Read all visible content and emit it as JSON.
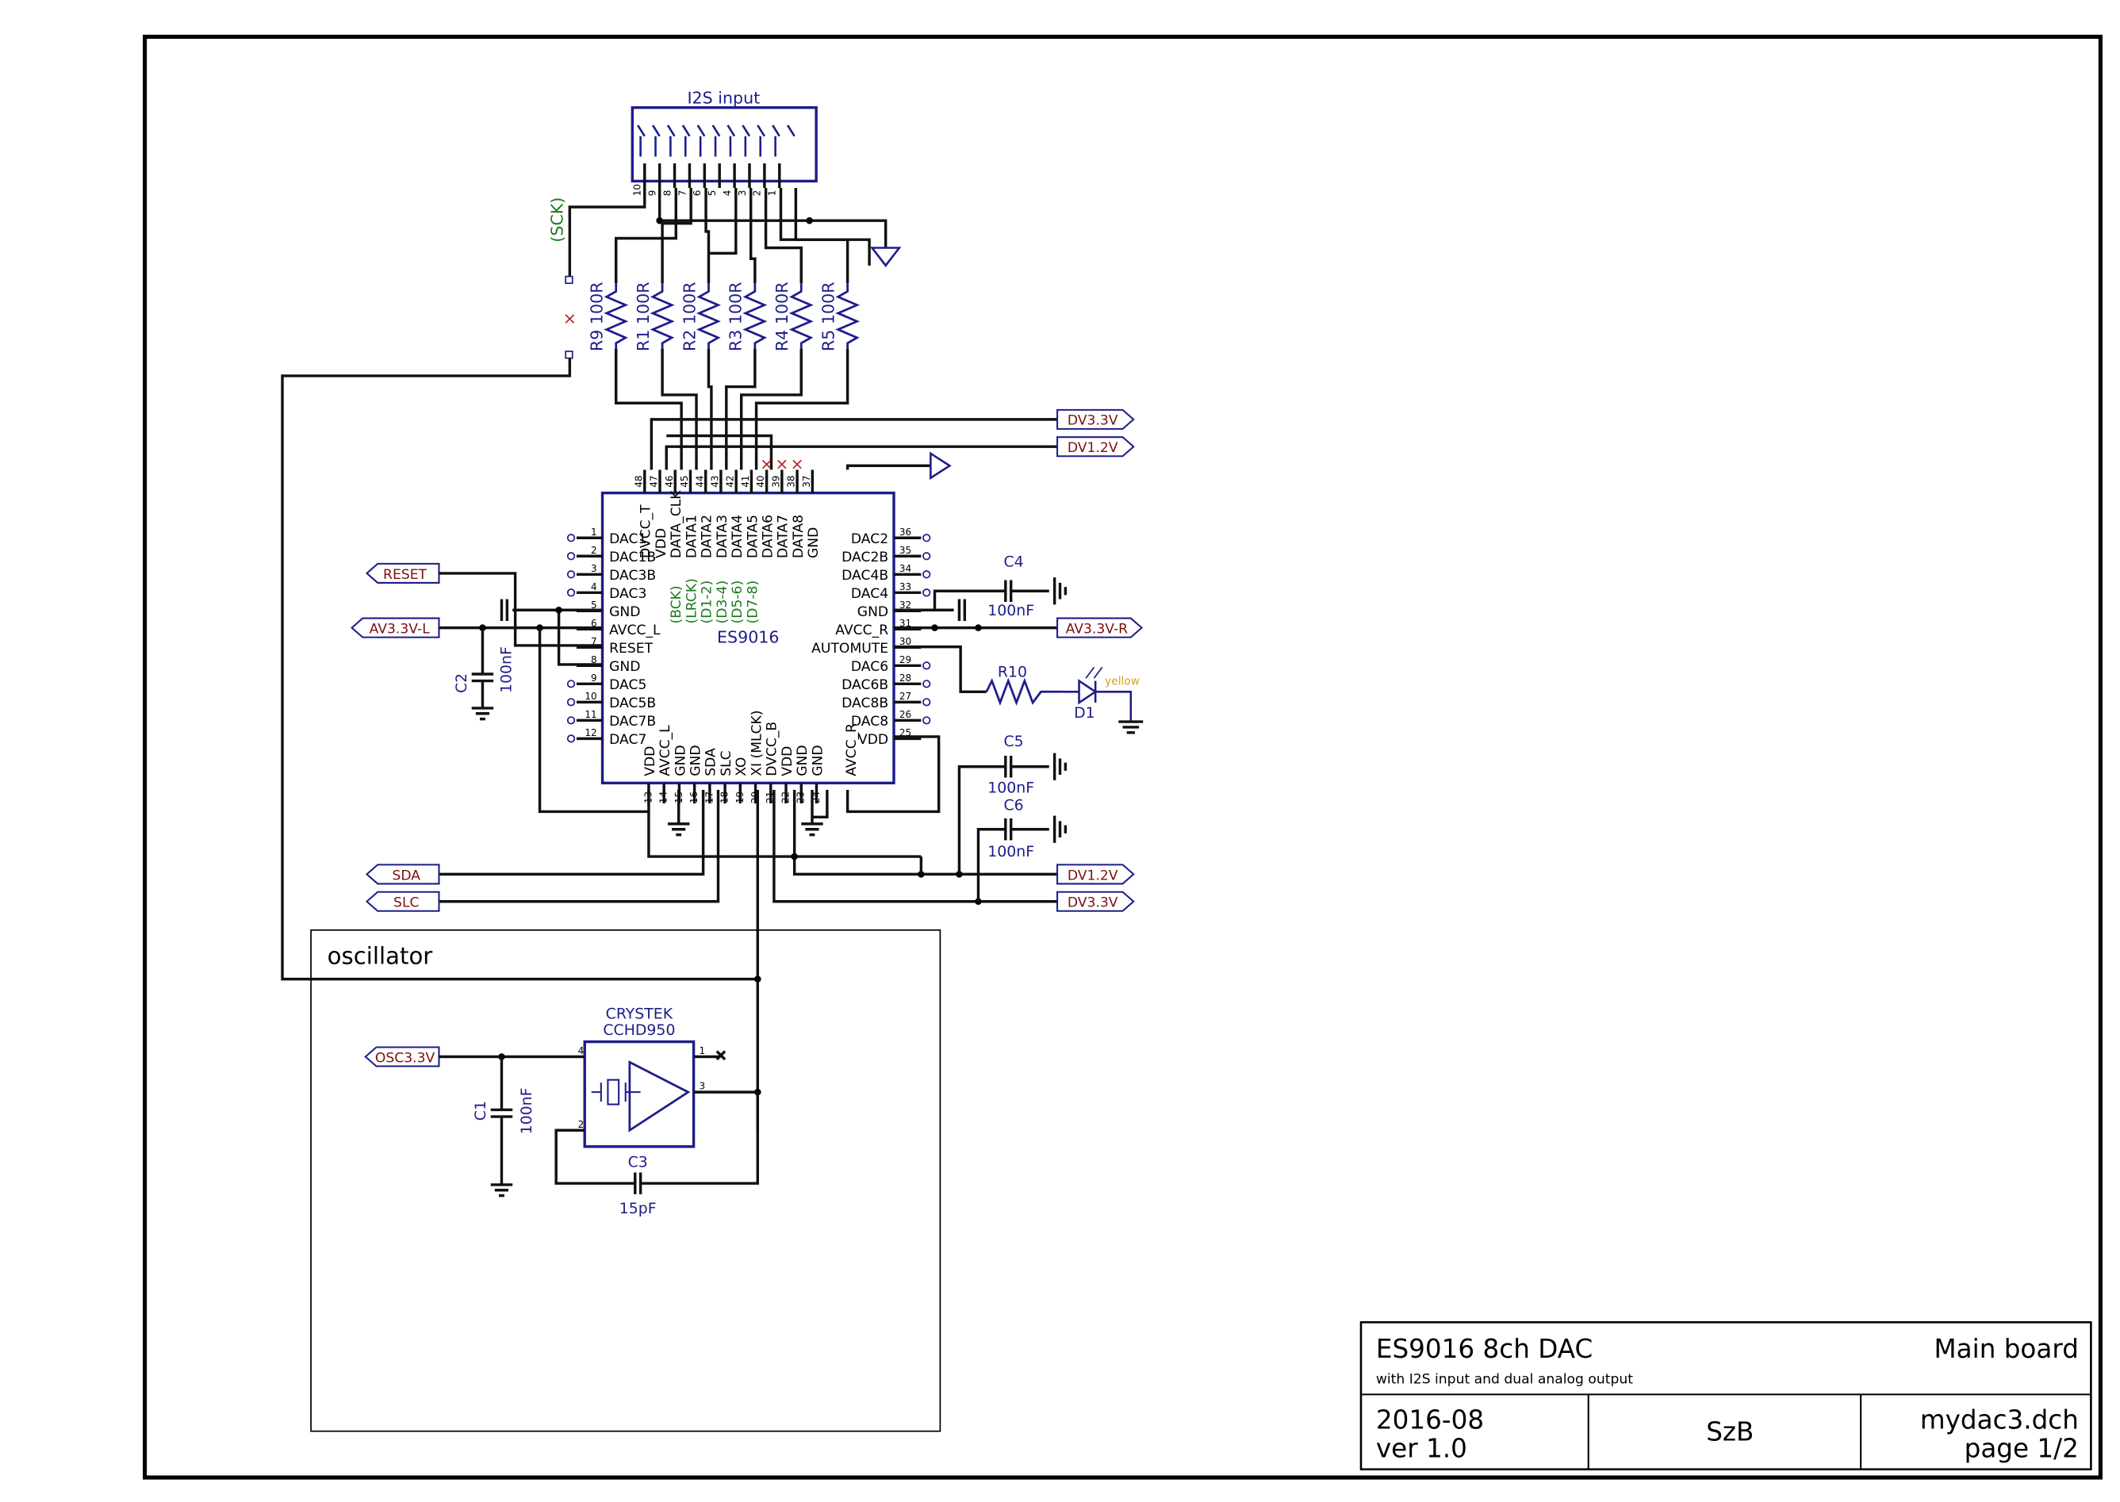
{
  "connector": {
    "label": "I2S input",
    "pins": [
      "10",
      "9",
      "8",
      "7",
      "6",
      "5",
      "4",
      "3",
      "2",
      "1"
    ]
  },
  "jumper_label": "(SCK)",
  "resistors": [
    {
      "ref": "R9",
      "value": "100R"
    },
    {
      "ref": "R1",
      "value": "100R"
    },
    {
      "ref": "R2",
      "value": "100R"
    },
    {
      "ref": "R3",
      "value": "100R"
    },
    {
      "ref": "R4",
      "value": "100R"
    },
    {
      "ref": "R5",
      "value": "100R"
    }
  ],
  "chip": {
    "name": "ES9016",
    "left_pins": [
      {
        "num": "1",
        "name": "DAC1"
      },
      {
        "num": "2",
        "name": "DAC1B"
      },
      {
        "num": "3",
        "name": "DAC3B"
      },
      {
        "num": "4",
        "name": "DAC3"
      },
      {
        "num": "5",
        "name": "GND"
      },
      {
        "num": "6",
        "name": "AVCC_L"
      },
      {
        "num": "7",
        "name": "RESET"
      },
      {
        "num": "8",
        "name": "GND"
      },
      {
        "num": "9",
        "name": "DAC5"
      },
      {
        "num": "10",
        "name": "DAC5B"
      },
      {
        "num": "11",
        "name": "DAC7B"
      },
      {
        "num": "12",
        "name": "DAC7"
      }
    ],
    "right_pins": [
      {
        "num": "36",
        "name": "DAC2"
      },
      {
        "num": "35",
        "name": "DAC2B"
      },
      {
        "num": "34",
        "name": "DAC4B"
      },
      {
        "num": "33",
        "name": "DAC4"
      },
      {
        "num": "32",
        "name": "GND"
      },
      {
        "num": "31",
        "name": "AVCC_R"
      },
      {
        "num": "30",
        "name": "AUTOMUTE"
      },
      {
        "num": "29",
        "name": "DAC6"
      },
      {
        "num": "28",
        "name": "DAC6B"
      },
      {
        "num": "27",
        "name": "DAC8B"
      },
      {
        "num": "26",
        "name": "DAC8"
      },
      {
        "num": "25",
        "name": "VDD"
      }
    ],
    "top_pins": [
      {
        "num": "48",
        "name": "DVCC_T"
      },
      {
        "num": "47",
        "name": "VDD"
      },
      {
        "num": "46",
        "name": "DATA_CLK",
        "alias": "(BCK)"
      },
      {
        "num": "45",
        "name": "DATA1",
        "alias": "(LRCK)"
      },
      {
        "num": "44",
        "name": "DATA2",
        "alias": "(D1-2)"
      },
      {
        "num": "43",
        "name": "DATA3",
        "alias": "(D3-4)"
      },
      {
        "num": "42",
        "name": "DATA4",
        "alias": "(D5-6)"
      },
      {
        "num": "41",
        "name": "DATA5",
        "alias": "(D7-8)"
      },
      {
        "num": "40",
        "name": "DATA6"
      },
      {
        "num": "39",
        "name": "DATA7"
      },
      {
        "num": "38",
        "name": "DATA8"
      },
      {
        "num": "37",
        "name": "GND"
      }
    ],
    "bottom_pins": [
      {
        "num": "13",
        "name": "VDD"
      },
      {
        "num": "14",
        "name": "AVCC_L"
      },
      {
        "num": "15",
        "name": "GND"
      },
      {
        "num": "16",
        "name": "GND"
      },
      {
        "num": "17",
        "name": "SDA"
      },
      {
        "num": "18",
        "name": "SLC"
      },
      {
        "num": "19",
        "name": "XO"
      },
      {
        "num": "20",
        "name": "XI (MLCK)"
      },
      {
        "num": "21",
        "name": "DVCC_B"
      },
      {
        "num": "22",
        "name": "VDD"
      },
      {
        "num": "23",
        "name": "GND"
      },
      {
        "num": "24",
        "name": "GND"
      }
    ],
    "extra_bottom": "AVCC_R"
  },
  "nets": {
    "dv33": "DV3.3V",
    "dv12": "DV1.2V",
    "reset": "RESET",
    "av33l": "AV3.3V-L",
    "av33r": "AV3.3V-R",
    "sda": "SDA",
    "slc": "SLC",
    "osc": "OSC3.3V"
  },
  "caps": {
    "c4": {
      "ref": "C4",
      "value": "100nF"
    },
    "c2": {
      "ref": "C2",
      "value": "100nF"
    },
    "c5": {
      "ref": "C5",
      "value": "100nF"
    },
    "c6": {
      "ref": "C6",
      "value": "100nF"
    },
    "c1": {
      "ref": "C1",
      "value": "100nF"
    },
    "c3": {
      "ref": "C3",
      "value": "15pF"
    }
  },
  "r10": "R10",
  "led": {
    "ref": "D1",
    "color": "yellow"
  },
  "oscillator": {
    "title": "oscillator",
    "maker": "CRYSTEK",
    "part": "CCHD950",
    "pins": [
      "4",
      "1",
      "3",
      "2"
    ]
  },
  "title_block": {
    "title": "ES9016 8ch DAC",
    "subtitle": "with I2S input and dual analog output",
    "board": "Main board",
    "date": "2016-08",
    "version": "ver 1.0",
    "author": "SzB",
    "file": "mydac3.dch",
    "page": "page 1/2"
  }
}
